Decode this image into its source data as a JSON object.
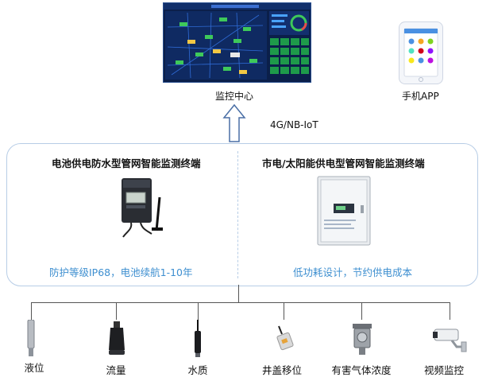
{
  "top": {
    "monitor_center_label": "监控中心",
    "mobile_app_label": "手机APP",
    "link_label": "4G/NB-IoT"
  },
  "terminals": {
    "battery": {
      "title": "电池供电防水型管网智能监测终端",
      "note": "防护等级IP68，电池续航1-10年"
    },
    "mains": {
      "title": "市电/太阳能供电型管网智能监测终端",
      "note": "低功耗设计，节约供电成本"
    }
  },
  "sensors": [
    {
      "label": "液位",
      "icon": "level-probe-icon"
    },
    {
      "label": "流量",
      "icon": "ultrasonic-flow-icon"
    },
    {
      "label": "水质",
      "icon": "water-quality-probe-icon"
    },
    {
      "label": "井盖移位",
      "icon": "manhole-tilt-sensor-icon"
    },
    {
      "label": "有害气体浓度",
      "icon": "gas-detector-icon"
    },
    {
      "label": "视频监控",
      "icon": "cctv-camera-icon"
    }
  ],
  "colors": {
    "panel_border": "#b7cde6",
    "note_text": "#3e8fd0",
    "arrow": "#4a6fa5"
  }
}
